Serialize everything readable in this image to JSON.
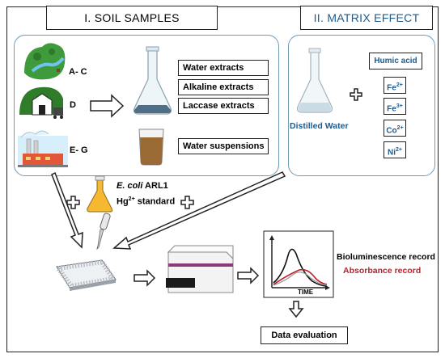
{
  "titles": {
    "soil_samples": "I. SOIL SAMPLES",
    "matrix_effect": "II. MATRIX EFFECT"
  },
  "soil": {
    "group_ac": "A- C",
    "group_d": "D",
    "group_eg": "E- G",
    "extracts": [
      "Water extracts",
      "Alkaline extracts",
      "Laccase extracts"
    ],
    "suspension": "Water suspensions"
  },
  "matrix": {
    "humic": "Humic acid",
    "solvent": "Distilled Water",
    "ions": [
      {
        "base": "Fe",
        "charge": "2+"
      },
      {
        "base": "Fe",
        "charge": "3+"
      },
      {
        "base": "Co",
        "charge": "2+"
      },
      {
        "base": "Ni",
        "charge": "2+"
      }
    ]
  },
  "reagents": {
    "ecoli_species": "E. coli",
    "ecoli_strain": " ARL1",
    "hg_base": "Hg",
    "hg_charge": "2+",
    "hg_rest": " standard"
  },
  "records": {
    "biolum": "Bioluminescence record",
    "absorb": "Absorbance record",
    "time_axis": "TIME"
  },
  "final": "Data evaluation",
  "colors": {
    "panel_border": "#6f9bb5",
    "matrix_text": "#1f5a8c",
    "absorbance": "#c0202a",
    "bioluminescence": "#111111"
  }
}
